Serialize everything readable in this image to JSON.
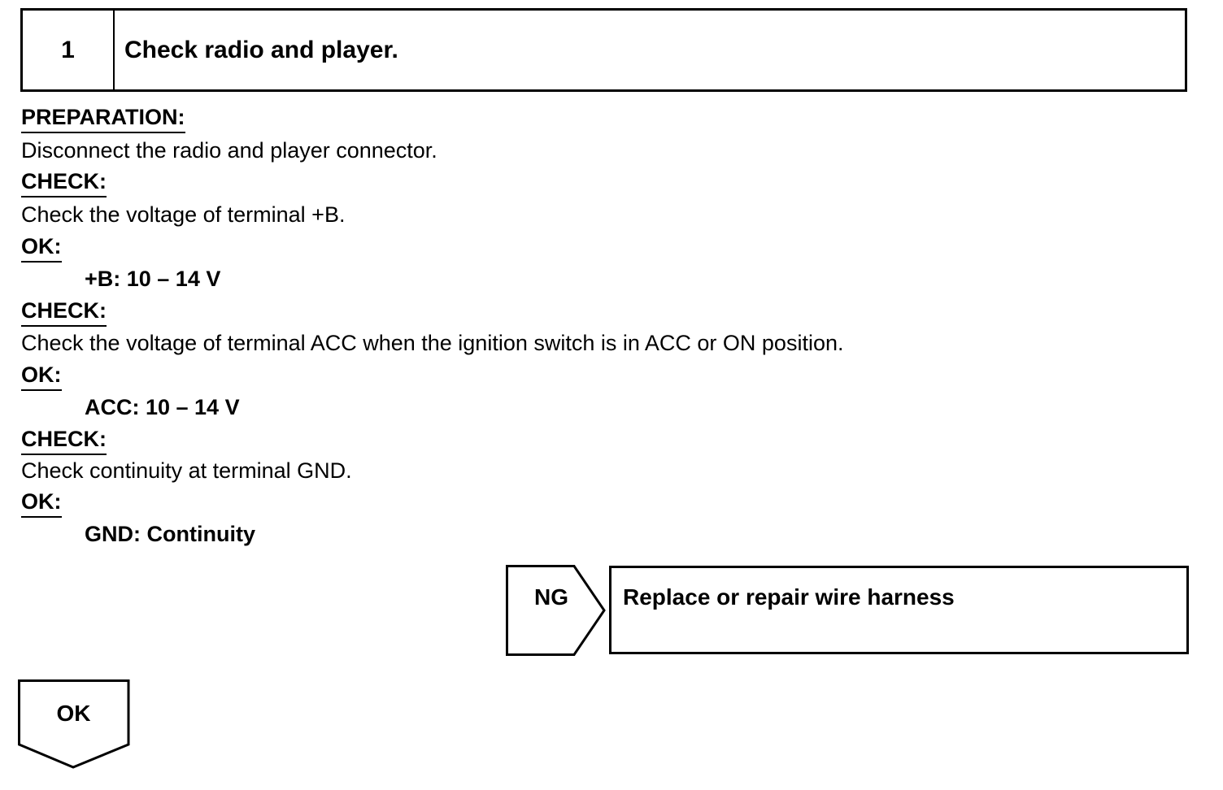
{
  "step": {
    "number": "1",
    "title": "Check radio and player."
  },
  "procedure": {
    "preparation_label": "PREPARATION:",
    "preparation_text": "Disconnect the radio and player connector.",
    "checks": [
      {
        "label": "CHECK:",
        "text": "Check the voltage of terminal +B.",
        "ok_label": "OK:",
        "spec": "+B: 10 – 14 V"
      },
      {
        "label": "CHECK:",
        "text": "Check the voltage of terminal ACC when the ignition switch is in ACC or ON position.",
        "ok_label": "OK:",
        "spec": "ACC: 10 – 14 V"
      },
      {
        "label": "CHECK:",
        "text": "Check continuity at terminal GND.",
        "ok_label": "OK:",
        "spec": "GND: Continuity"
      }
    ]
  },
  "ng_branch": {
    "label": "NG",
    "action": "Replace or repair wire harness"
  },
  "ok_branch": {
    "label": "OK"
  }
}
